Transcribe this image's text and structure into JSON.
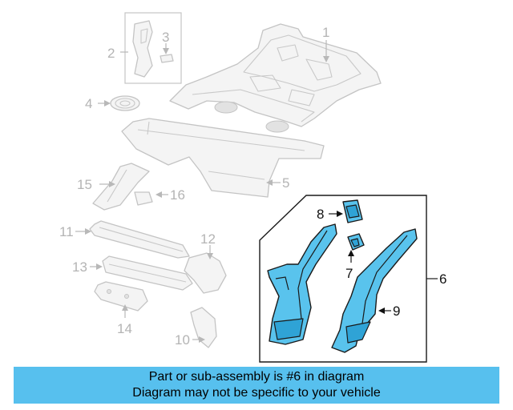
{
  "callouts": {
    "c1": "1",
    "c2": "2",
    "c3": "3",
    "c4": "4",
    "c5": "5",
    "c6": "6",
    "c7": "7",
    "c8": "8",
    "c9": "9",
    "c10": "10",
    "c11": "11",
    "c12": "12",
    "c13": "13",
    "c14": "14",
    "c15": "15",
    "c16": "16"
  },
  "highlighted_callout": "6",
  "colors": {
    "highlight": "#59c3ed",
    "banner": "#57c0ee",
    "ghost_outline": "#c4c4c4"
  },
  "banner": {
    "line1": "Part or sub-assembly is #6 in diagram",
    "line2": "Diagram may not be specific to your vehicle"
  }
}
